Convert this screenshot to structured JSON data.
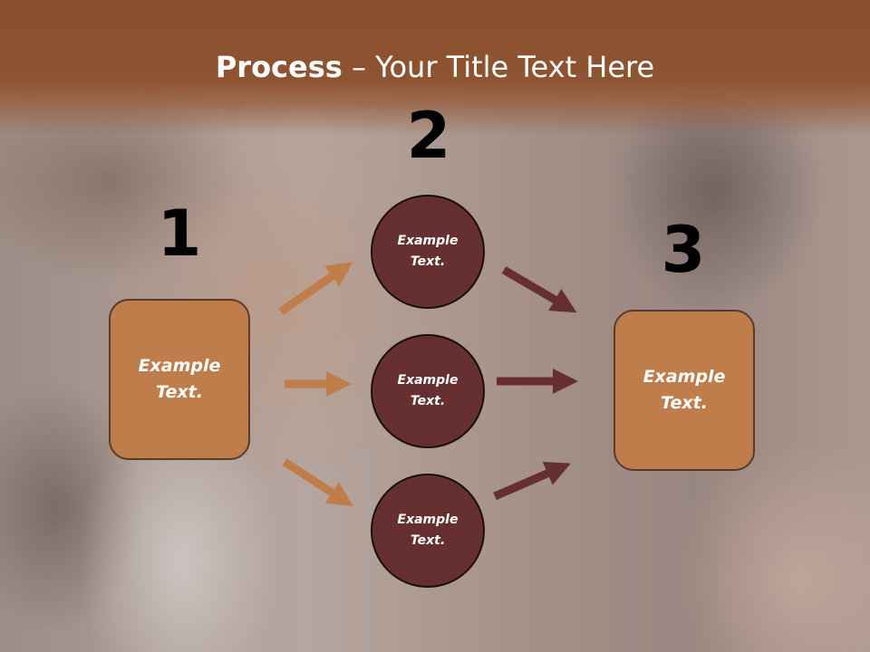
{
  "title": {
    "bold": "Process",
    "rest": " – Your Title Text Here"
  },
  "steps": {
    "one": "1",
    "two": "2",
    "three": "3"
  },
  "boxes": {
    "left": "Example Text.",
    "right": "Example Text."
  },
  "circles": {
    "top": "Example Text.",
    "middle": "Example Text.",
    "bottom": "Example Text."
  },
  "colors": {
    "header": "#8e5330",
    "box_fill": "#c07d4c",
    "circle_fill": "#662f30",
    "arrow_left": "#c07d4c",
    "arrow_right": "#662f30"
  }
}
